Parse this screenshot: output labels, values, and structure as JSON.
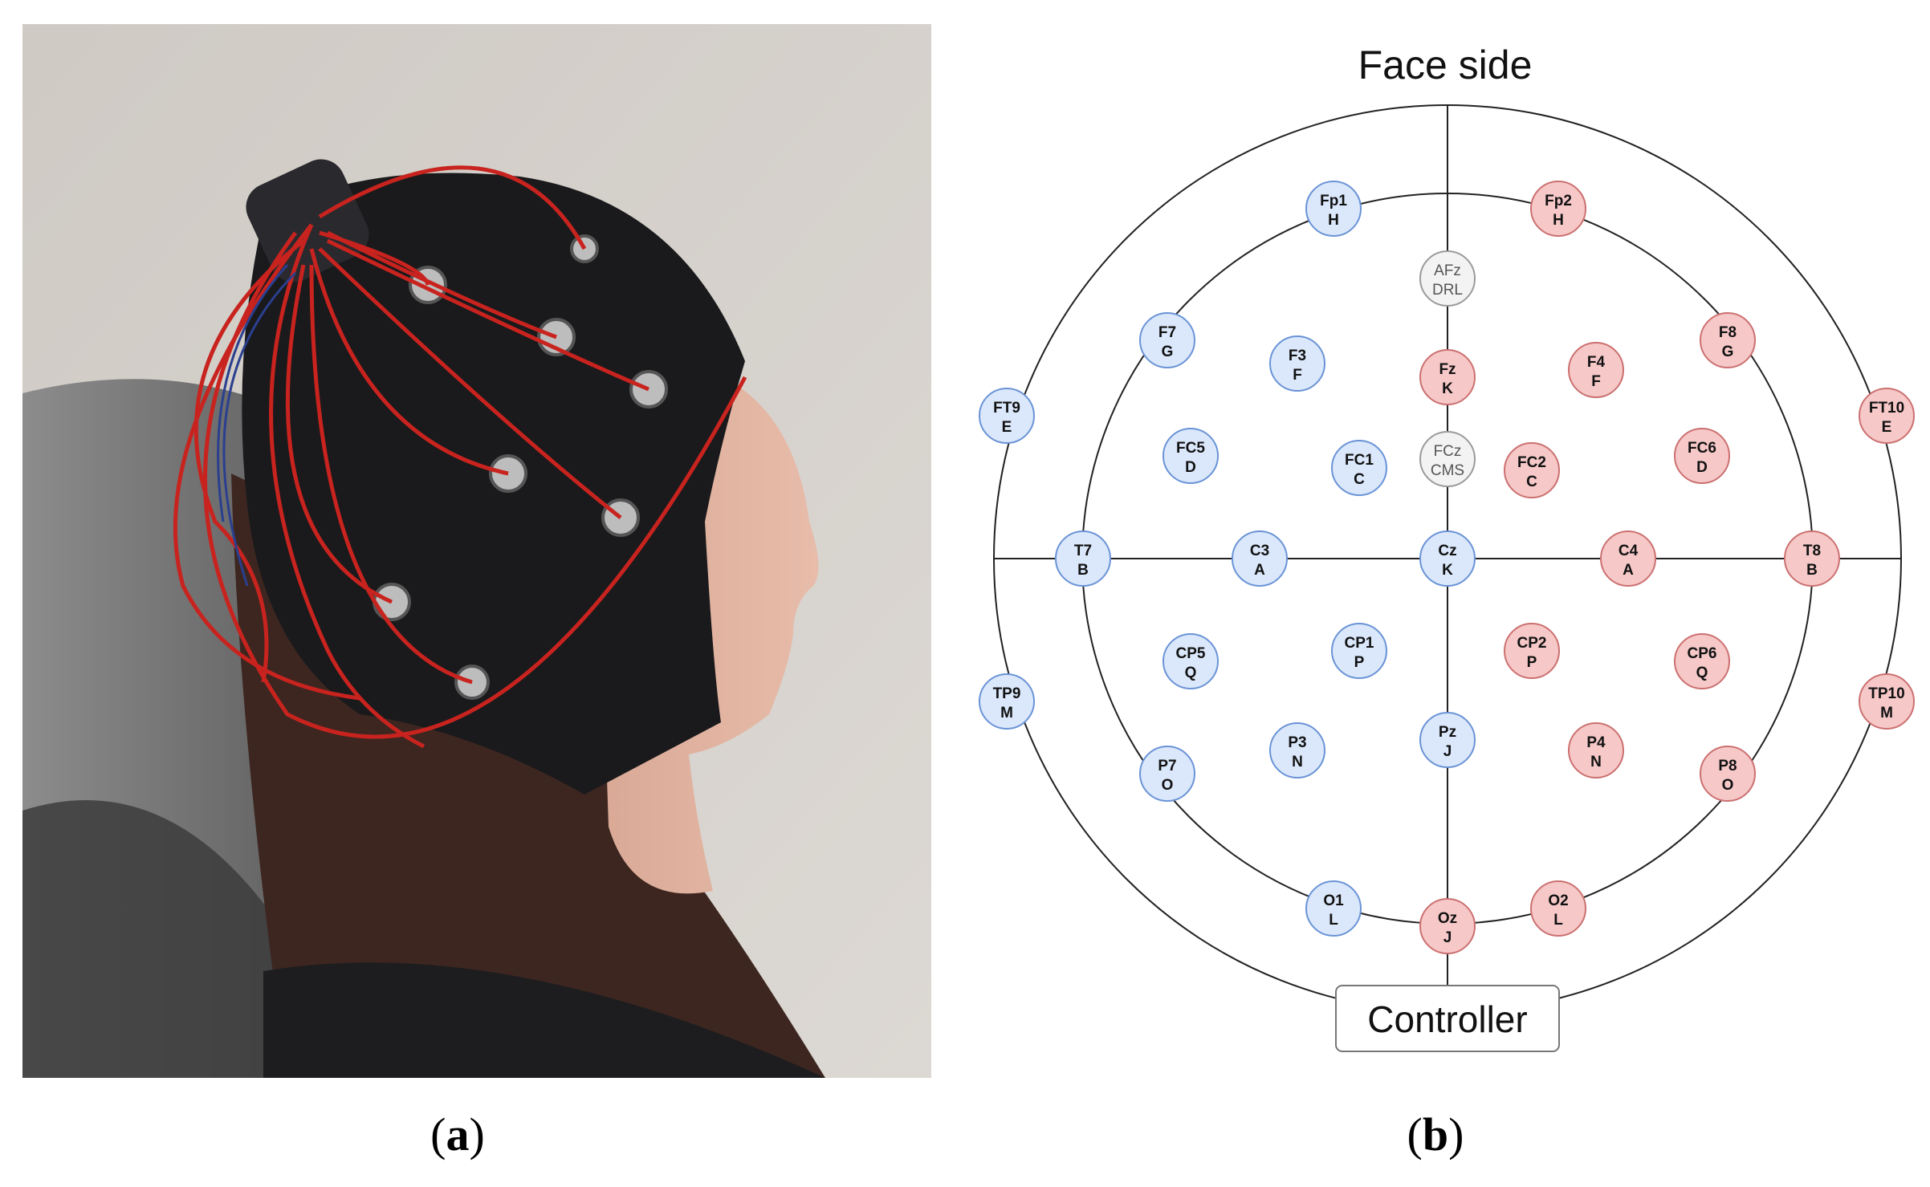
{
  "diagram": {
    "top_label": "Face side",
    "bottom_label": "Controller",
    "electrodes": [
      {
        "name": "Fp1",
        "letter": "H",
        "side": "left"
      },
      {
        "name": "Fp2",
        "letter": "H",
        "side": "right"
      },
      {
        "name": "AFz",
        "letter": "DRL",
        "side": "center"
      },
      {
        "name": "F7",
        "letter": "G",
        "side": "left"
      },
      {
        "name": "F3",
        "letter": "F",
        "side": "left"
      },
      {
        "name": "Fz",
        "letter": "K",
        "side": "right"
      },
      {
        "name": "F4",
        "letter": "F",
        "side": "right"
      },
      {
        "name": "F8",
        "letter": "G",
        "side": "right"
      },
      {
        "name": "FT9",
        "letter": "E",
        "side": "left"
      },
      {
        "name": "FT10",
        "letter": "E",
        "side": "right"
      },
      {
        "name": "FC5",
        "letter": "D",
        "side": "left"
      },
      {
        "name": "FC1",
        "letter": "C",
        "side": "left"
      },
      {
        "name": "FCz",
        "letter": "CMS",
        "side": "center"
      },
      {
        "name": "FC2",
        "letter": "C",
        "side": "right"
      },
      {
        "name": "FC6",
        "letter": "D",
        "side": "right"
      },
      {
        "name": "T7",
        "letter": "B",
        "side": "left"
      },
      {
        "name": "C3",
        "letter": "A",
        "side": "left"
      },
      {
        "name": "Cz",
        "letter": "K",
        "side": "left"
      },
      {
        "name": "C4",
        "letter": "A",
        "side": "right"
      },
      {
        "name": "T8",
        "letter": "B",
        "side": "right"
      },
      {
        "name": "CP5",
        "letter": "Q",
        "side": "left"
      },
      {
        "name": "CP1",
        "letter": "P",
        "side": "left"
      },
      {
        "name": "CP2",
        "letter": "P",
        "side": "right"
      },
      {
        "name": "CP6",
        "letter": "Q",
        "side": "right"
      },
      {
        "name": "TP9",
        "letter": "M",
        "side": "left"
      },
      {
        "name": "TP10",
        "letter": "M",
        "side": "right"
      },
      {
        "name": "P7",
        "letter": "O",
        "side": "left"
      },
      {
        "name": "P3",
        "letter": "N",
        "side": "left"
      },
      {
        "name": "Pz",
        "letter": "J",
        "side": "left"
      },
      {
        "name": "P4",
        "letter": "N",
        "side": "right"
      },
      {
        "name": "P8",
        "letter": "O",
        "side": "right"
      },
      {
        "name": "O1",
        "letter": "L",
        "side": "left"
      },
      {
        "name": "Oz",
        "letter": "J",
        "side": "right"
      },
      {
        "name": "O2",
        "letter": "L",
        "side": "right"
      }
    ]
  },
  "captions": {
    "a": "a",
    "b": "b"
  },
  "colors": {
    "left": "#dbe8fb",
    "right": "#f6c8c8",
    "center": "#f3f3f3",
    "cap": "#1a1a1c",
    "wire": "#c8231e"
  }
}
